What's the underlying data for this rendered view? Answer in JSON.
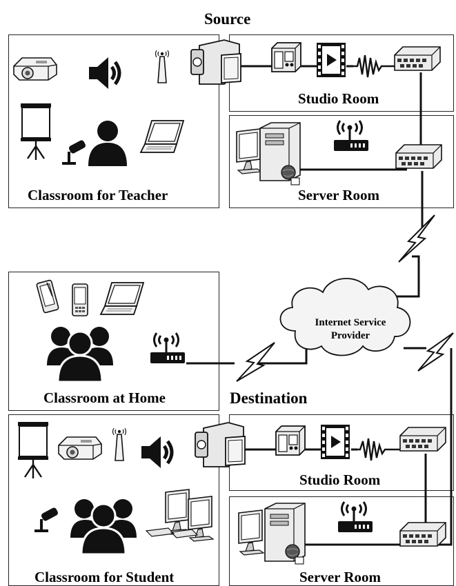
{
  "headings": {
    "source": "Source",
    "destination": "Destination"
  },
  "rooms": {
    "teacher_classroom": "Classroom for Teacher",
    "source_studio": "Studio Room",
    "source_server": "Server Room",
    "home_classroom": "Classroom at Home",
    "student_classroom": "Classroom for Student",
    "dest_studio": "Studio Room",
    "dest_server": "Server Room"
  },
  "isp": {
    "line1": "Internet Service",
    "line2": "Provider"
  },
  "icons": [
    "projector-icon",
    "speaker-icon",
    "antenna-icon",
    "projection-screen-icon",
    "microphone-icon",
    "person-icon",
    "laptop-icon",
    "video-camera-icon",
    "media-converter-icon",
    "video-player-icon",
    "signal-wave-icon",
    "network-switch-icon",
    "computer-icon",
    "server-icon",
    "wireless-router-icon",
    "tablet-icon",
    "smartphone-icon",
    "group-icon",
    "desktop-computers-icon",
    "cloud-icon",
    "lightning-link-icon"
  ],
  "colors": {
    "line": "#111111",
    "icon_dark": "#111111",
    "icon_light": "#f0f0f0"
  }
}
